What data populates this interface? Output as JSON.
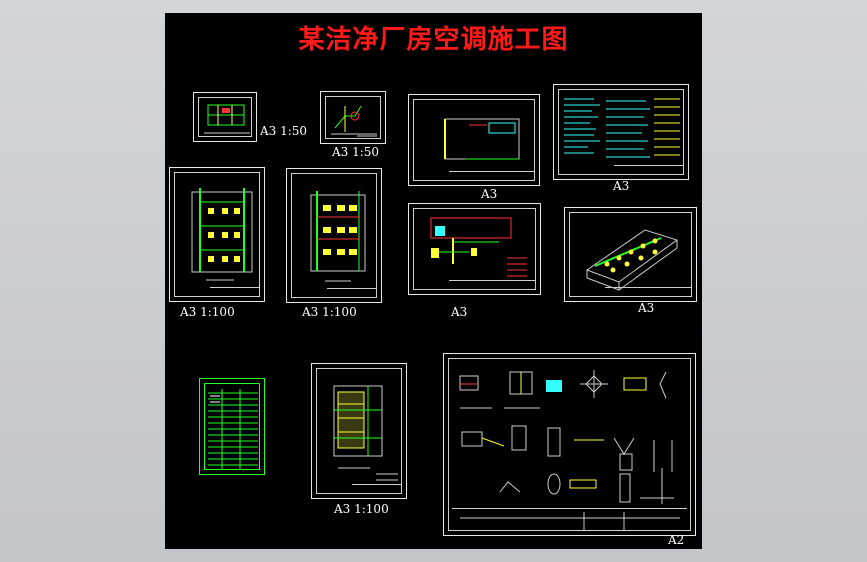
{
  "title": "某洁净厂房空调施工图",
  "colors": {
    "background": "#c6c9cd",
    "canvas": "#000000",
    "title": "#ff1a1a",
    "frame": "#e8e8e8",
    "drawing_green": "#21ff21",
    "drawing_yellow": "#ffff33",
    "drawing_cyan": "#33ffff",
    "drawing_red": "#ff3333"
  },
  "sheets": [
    {
      "id": "s1",
      "label": "A3  1:50"
    },
    {
      "id": "s2",
      "label": "A3   1:50"
    },
    {
      "id": "s3",
      "label": "A3"
    },
    {
      "id": "s4",
      "label": "A3"
    },
    {
      "id": "s5",
      "label": "A3    1:100"
    },
    {
      "id": "s6",
      "label": "A3   1:100"
    },
    {
      "id": "s7",
      "label": "A3"
    },
    {
      "id": "s8",
      "label": "A3"
    },
    {
      "id": "s9",
      "label": ""
    },
    {
      "id": "s10",
      "label": "A3   1:100"
    },
    {
      "id": "s11",
      "label": "A2"
    }
  ]
}
